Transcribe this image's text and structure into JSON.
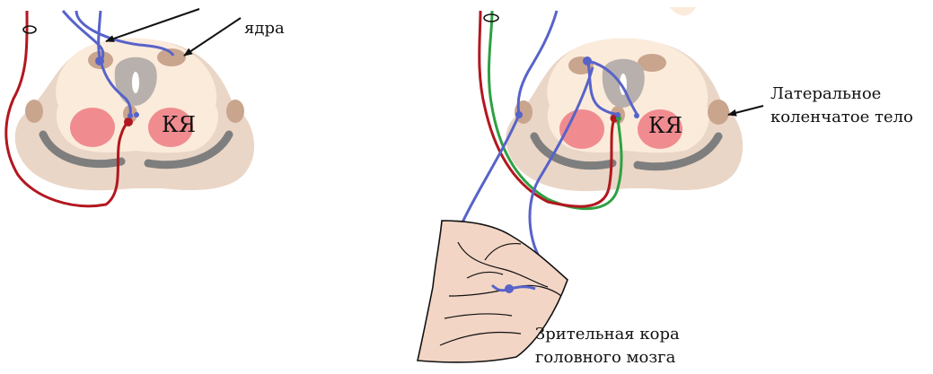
{
  "labels": {
    "nuclei_line": "ядра",
    "nucleus_abbrev_left": "КЯ",
    "nucleus_abbrev_right": "КЯ",
    "lgn_line1": "Латеральное",
    "lgn_line2": "коленчатое тело",
    "cortex_line1": "Зрительная кора",
    "cortex_line2": "головного мозга"
  },
  "colors": {
    "tissue": "#FBEBDB",
    "tissue_outer": "#E3C8B4",
    "nucleus": "#C9A58E",
    "red_nucleus": "#F08C90",
    "aqueduct": "#B8B0AC",
    "nigra": "#7E7E7E",
    "blue_path": "#5763C9",
    "red_path": "#B2171F",
    "green_path": "#2FA043",
    "cortex_fill": "#F2D5C5",
    "arrow": "#111111"
  }
}
